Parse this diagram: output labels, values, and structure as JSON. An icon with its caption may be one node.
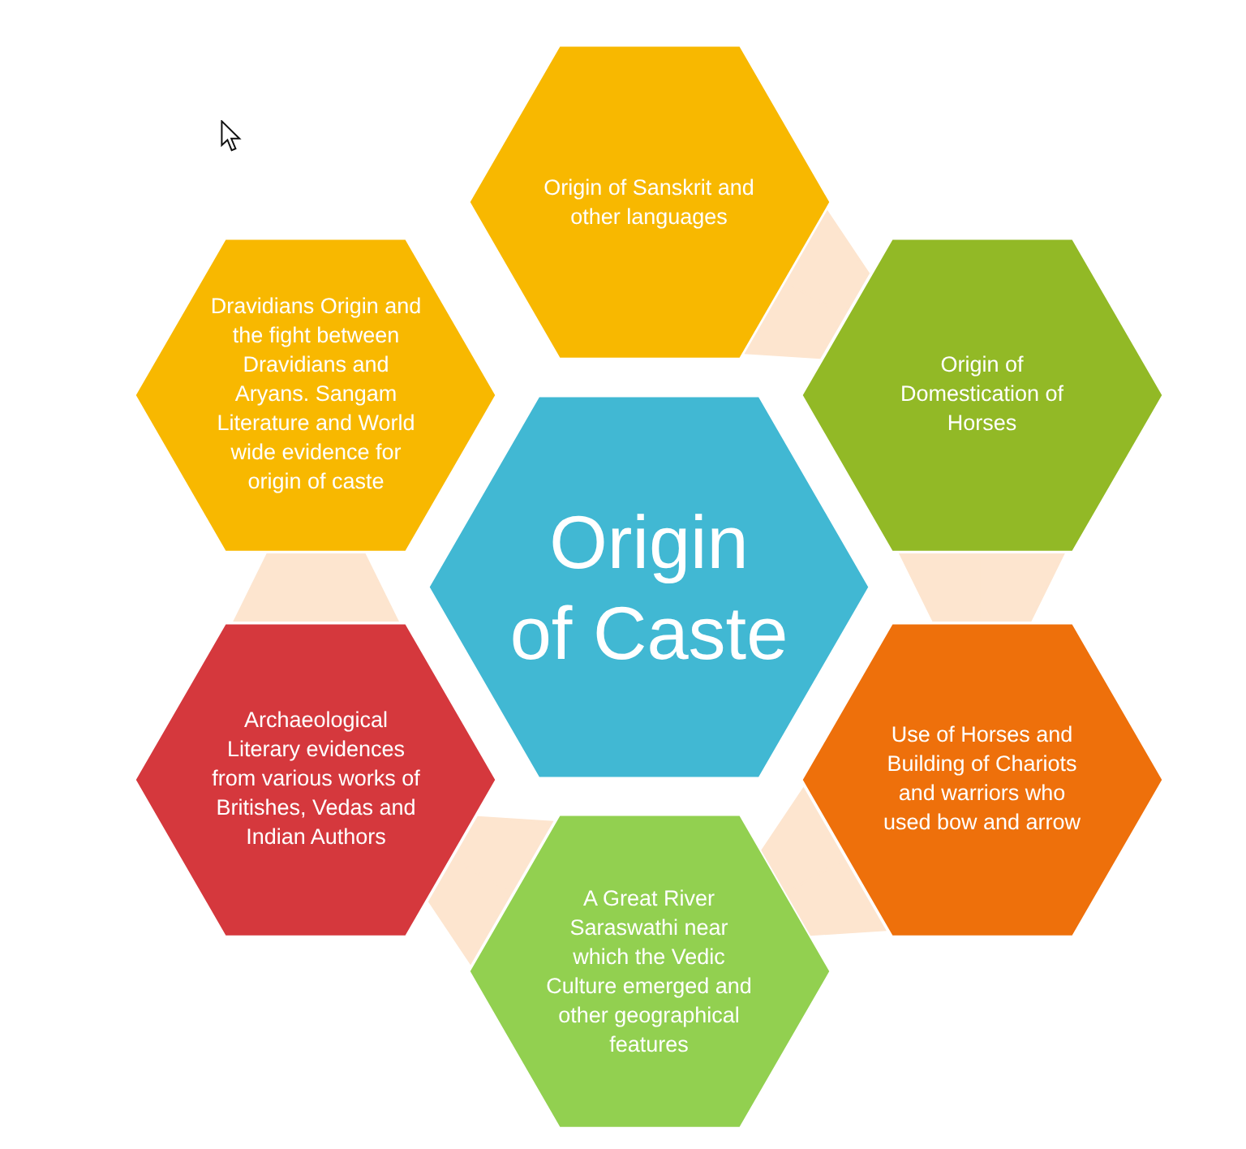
{
  "diagram": {
    "nodes": [
      {
        "text": [
          "Origin of Sanskrit and other languages"
        ]
      },
      {
        "text": [
          "Dravidians Origin and the fight between Dravidians and Aryans. Sangam Literature and World wide evidence for origin of caste"
        ]
      },
      {
        "text": [
          "Origin of Domestication of Horses"
        ]
      },
      {
        "text": [
          "Origin of Caste"
        ]
      },
      {
        "text": [
          "Archaeological Literary evidences from various works of Britishes, Vedas and Indian Authors"
        ]
      },
      {
        "text": [
          "Use of Horses and Building of Chariots and warriors who used bow and arrow"
        ]
      },
      {
        "text": [
          "A Great River Saraswathi near which the Vedic Culture emerged and other geographical features"
        ]
      }
    ],
    "edges": [
      {
        "from": 0,
        "to": 2,
        "arrow": "none"
      },
      {
        "from": 2,
        "to": 5,
        "arrow": "none"
      },
      {
        "from": 5,
        "to": 6,
        "arrow": "none"
      },
      {
        "from": 6,
        "to": 4,
        "arrow": "none"
      },
      {
        "from": 4,
        "to": 1,
        "arrow": "none"
      }
    ]
  }
}
